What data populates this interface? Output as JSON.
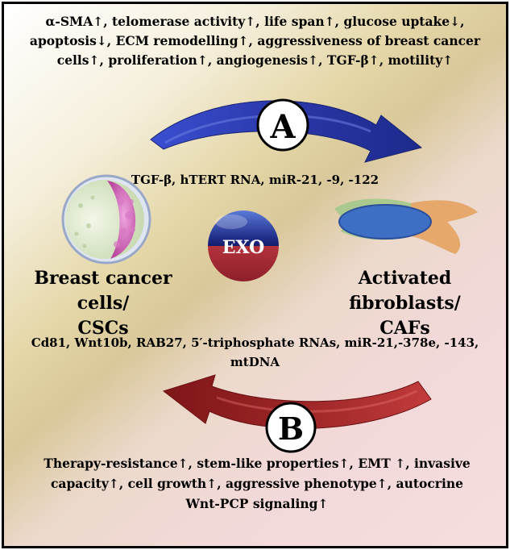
{
  "top_effects": {
    "line1": "α-SMA↑, telomerase activity↑, life span↑, glucose uptake↓,",
    "line2": "apoptosis↓, ECM remodelling↑, aggressiveness of breast cancer",
    "line3": "cells↑, proliferation↑, angiogenesis↑, TGF-β↑, motility↑"
  },
  "label_a": "A",
  "label_b": "B",
  "cargo_to_fibroblasts": "TGF-β, hTERT RNA, miR-21, -9, -122",
  "exo_label": "EXO",
  "left_cell": {
    "line1": "Breast cancer cells/",
    "line2": "CSCs"
  },
  "right_cell": {
    "line1": "Activated fibroblasts/",
    "line2": "CAFs"
  },
  "cargo_to_cancer": {
    "line1": "Cd81, Wnt10b, RAB27, 5′-triphosphate RNAs, miR-21,-378e, -143,",
    "line2": "mtDNA"
  },
  "bottom_effects": {
    "line1": "Therapy-resistance↑, stem-like properties↑, EMT ↑, invasive",
    "line2": "capacity↑, cell growth↑, aggressive phenotype↑, autocrine",
    "line3": "Wnt-PCP signaling↑"
  },
  "colors": {
    "arrow_a": "#2f3fb0",
    "arrow_b": "#9c2526",
    "exo_top": "#27308f",
    "exo_bottom": "#b0303a",
    "nucleus": "#3d6fc4"
  }
}
